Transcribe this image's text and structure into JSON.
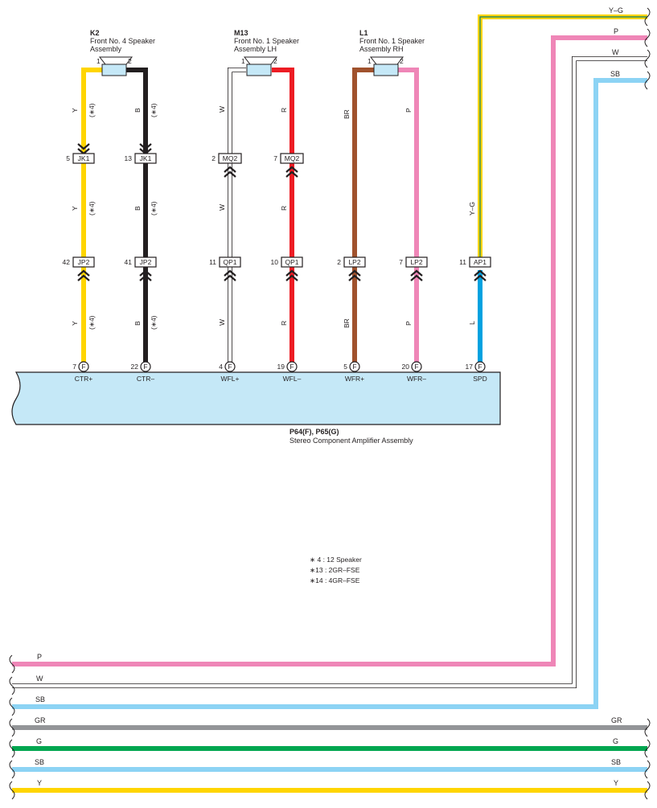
{
  "colors": {
    "Y": "#ffd500",
    "B": "#231f20",
    "W": "#ffffff",
    "R": "#ed1c24",
    "BR": "#a0522d",
    "P": "#ef86b7",
    "L": "#00a2e0",
    "SB": "#8cd3f4",
    "GR": "#939598",
    "G": "#00a650",
    "YG_green": "#2e8b57",
    "amp_fill": "#c5e8f7",
    "speaker_fill": "#c5e8f7"
  },
  "speakers": [
    {
      "code": "K2",
      "name_line1": "Front No. 4 Speaker",
      "name_line2": "Assembly",
      "pin_left": "1",
      "pin_right": "2"
    },
    {
      "code": "M13",
      "name_line1": "Front No. 1 Speaker",
      "name_line2": "Assembly LH",
      "pin_left": "1",
      "pin_right": "2"
    },
    {
      "code": "L1",
      "name_line1": "Front No. 1 Speaker",
      "name_line2": "Assembly RH",
      "pin_left": "1",
      "pin_right": "2"
    }
  ],
  "circuits": [
    {
      "id": "ctr-plus",
      "color_code": "Y",
      "note": "(∗4)",
      "connector_top": {
        "name": "JK1",
        "pin": "5"
      },
      "connector_mid": {
        "name": "JP2",
        "pin": "42"
      },
      "amp": {
        "pin": "7",
        "socket": "F",
        "label": "CTR+"
      }
    },
    {
      "id": "ctr-minus",
      "color_code": "B",
      "note": "(∗4)",
      "connector_top": {
        "name": "JK1",
        "pin": "13"
      },
      "connector_mid": {
        "name": "JP2",
        "pin": "41"
      },
      "amp": {
        "pin": "22",
        "socket": "F",
        "label": "CTR–"
      }
    },
    {
      "id": "wfl-plus",
      "color_code": "W",
      "note": "",
      "connector_top": {
        "name": "MQ2",
        "pin": "2"
      },
      "connector_mid": {
        "name": "QP1",
        "pin": "11"
      },
      "amp": {
        "pin": "4",
        "socket": "F",
        "label": "WFL+"
      }
    },
    {
      "id": "wfl-minus",
      "color_code": "R",
      "note": "",
      "connector_top": {
        "name": "MQ2",
        "pin": "7"
      },
      "connector_mid": {
        "name": "QP1",
        "pin": "10"
      },
      "amp": {
        "pin": "19",
        "socket": "F",
        "label": "WFL–"
      }
    },
    {
      "id": "wfr-plus",
      "color_code": "BR",
      "note": "",
      "connector_mid": {
        "name": "LP2",
        "pin": "2"
      },
      "amp": {
        "pin": "5",
        "socket": "F",
        "label": "WFR+"
      }
    },
    {
      "id": "wfr-minus",
      "color_code": "P",
      "note": "",
      "connector_mid": {
        "name": "LP2",
        "pin": "7"
      },
      "amp": {
        "pin": "20",
        "socket": "F",
        "label": "WFR–"
      }
    },
    {
      "id": "spd",
      "color_code": "L",
      "upper_color_code": "Y–G",
      "note": "",
      "connector_mid": {
        "name": "AP1",
        "pin": "11"
      },
      "amp": {
        "pin": "17",
        "socket": "F",
        "label": "SPD"
      }
    }
  ],
  "amplifier": {
    "code": "P64(F), P65(G)",
    "name": "Stereo Component Amplifier Assembly"
  },
  "notes": [
    "∗ 4 : 12 Speaker",
    "∗13 : 2GR–FSE",
    "∗14 : 4GR–FSE"
  ],
  "right_wires": [
    {
      "color_code": "Y–G"
    },
    {
      "color_code": "P"
    },
    {
      "color_code": "W"
    },
    {
      "color_code": "SB"
    }
  ],
  "bottom_wires": [
    {
      "color_code": "P",
      "label_right": ""
    },
    {
      "color_code": "W",
      "label_right": ""
    },
    {
      "color_code": "SB",
      "label_right": ""
    },
    {
      "color_code": "GR",
      "label_right": "GR"
    },
    {
      "color_code": "G",
      "label_right": "G"
    },
    {
      "color_code": "SB",
      "label_right": "SB"
    },
    {
      "color_code": "Y",
      "label_right": "Y"
    }
  ]
}
